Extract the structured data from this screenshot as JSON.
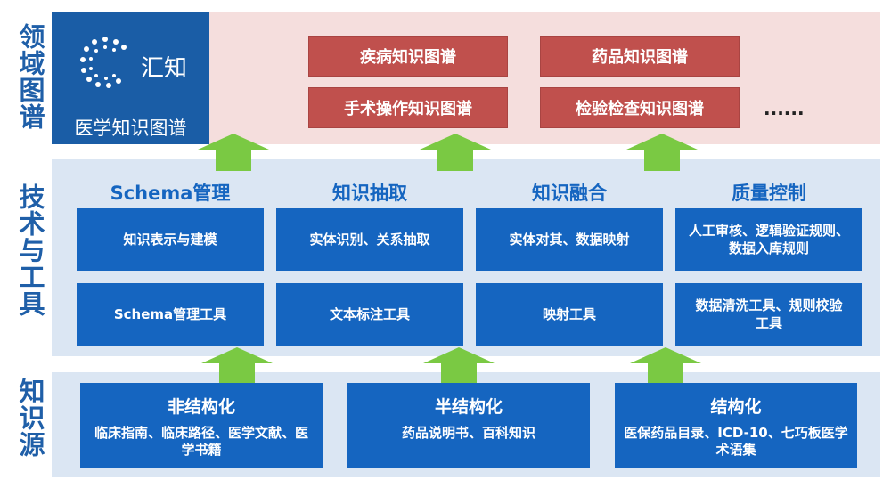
{
  "side_labels": {
    "domain": "领域图谱",
    "tech": "技术与工具",
    "source": "知识源"
  },
  "logo": {
    "brand": "汇知",
    "subtitle": "医学知识图谱"
  },
  "domain_graphs": {
    "items": [
      "疾病知识图谱",
      "药品知识图谱",
      "手术操作知识图谱",
      "检验检查知识图谱"
    ],
    "more": "......"
  },
  "tech_columns": [
    {
      "title": "Schema管理",
      "top": "知识表示与建模",
      "bottom": "Schema管理工具"
    },
    {
      "title": "知识抽取",
      "top": "实体识别、关系抽取",
      "bottom": "文本标注工具"
    },
    {
      "title": "知识融合",
      "top": "实体对其、数据映射",
      "bottom": "映射工具"
    },
    {
      "title": "质量控制",
      "top": "人工审核、逻辑验证规则、数据入库规则",
      "bottom": "数据清洗工具、规则校验工具"
    }
  ],
  "sources": [
    {
      "title": "非结构化",
      "body": "临床指南、临床路径、医学文献、医学书籍"
    },
    {
      "title": "半结构化",
      "body": "药品说明书、百科知识"
    },
    {
      "title": "结构化",
      "body": "医保药品目录、ICD-10、七巧板医学术语集"
    }
  ],
  "colors": {
    "domain_band": "#f5dedd",
    "tech_band": "#dbe6f3",
    "source_band": "#dbe6f3",
    "red_box": "#c0504d",
    "blue_box": "#1565c0",
    "arrow": "#7ac943",
    "label": "#1f5fa8"
  }
}
